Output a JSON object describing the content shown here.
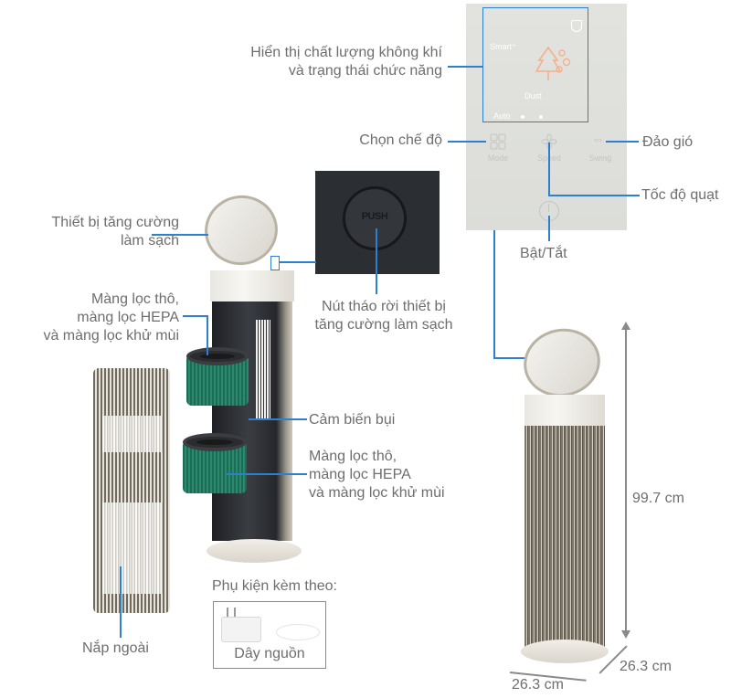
{
  "panel": {
    "smart_label": "Smart⁺",
    "status_label": "Dust",
    "auto_label": "Auto",
    "mode_label": "Mode",
    "speed_label": "Speed",
    "swing_label": "Swing",
    "accent_color": "#f6b08d"
  },
  "callouts": {
    "display_line1": "Hiển thị chất lượng không khí",
    "display_line2": "và trạng thái chức năng",
    "mode": "Chọn chế độ",
    "swing": "Đảo gió",
    "speed": "Tốc độ quạt",
    "power": "Bật/Tắt",
    "booster_line1": "Thiết bị tăng cường",
    "booster_line2": "làm sạch",
    "push_button_line1": "Nút tháo rời thiết bị",
    "push_button_line2": "tăng cường làm sạch",
    "push_text": "PUSH",
    "filter_top_line1": "Màng lọc thô,",
    "filter_top_line2": "màng lọc HEPA",
    "filter_top_line3": "và màng lọc khử mùi",
    "dust_sensor": "Cảm biến bụi",
    "filter_bottom_line1": "Màng lọc thô,",
    "filter_bottom_line2": "màng lọc HEPA",
    "filter_bottom_line3": "và màng lọc khử mùi",
    "outer_cover": "Nắp ngoài",
    "accessories_title": "Phụ kiện kèm theo:",
    "power_cord": "Dây nguồn"
  },
  "dimensions": {
    "height": "99.7 cm",
    "width": "26.3 cm",
    "depth": "26.3 cm"
  },
  "colors": {
    "callout_line": "#2f7fcf",
    "label_text": "#6e6e6e",
    "filter_green": "#1f7a60"
  }
}
